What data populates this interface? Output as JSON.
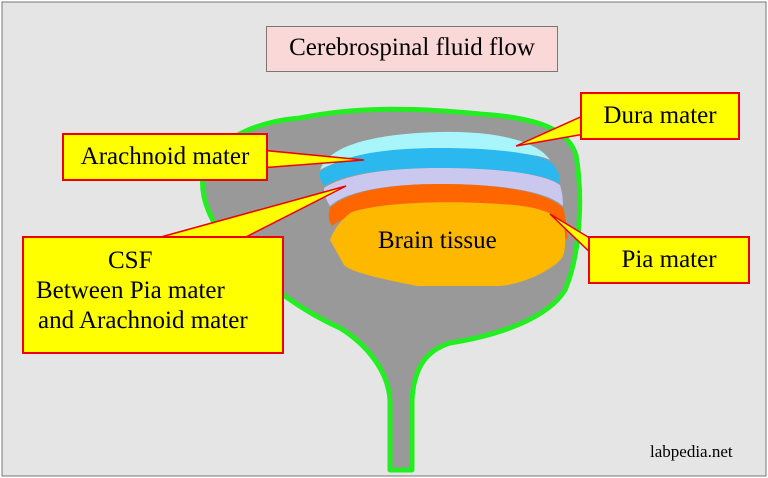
{
  "title": "Cerebrospinal fluid flow",
  "labels": {
    "dura_mater": "Dura mater",
    "arachnoid_mater": "Arachnoid mater",
    "pia_mater": "Pia mater",
    "brain_tissue": "Brain tissue",
    "csf_lines": [
      "CSF",
      "Between Pia mater",
      "and Arachnoid mater"
    ]
  },
  "watermark": "labpedia.net",
  "colors": {
    "background_panel": "#e5e5e5",
    "outline_green": "#22ee22",
    "csf_gray": "#999999",
    "dura_layer": "#a8f6fb",
    "arachnoid_layer": "#2ab8ee",
    "csf_layer": "#cac8ee",
    "pia_layer": "#ff6600",
    "brain_tissue": "#ffb800",
    "callout_fill": "#ffff00",
    "callout_border": "#ee0000",
    "title_fill": "#fbd8d8"
  }
}
